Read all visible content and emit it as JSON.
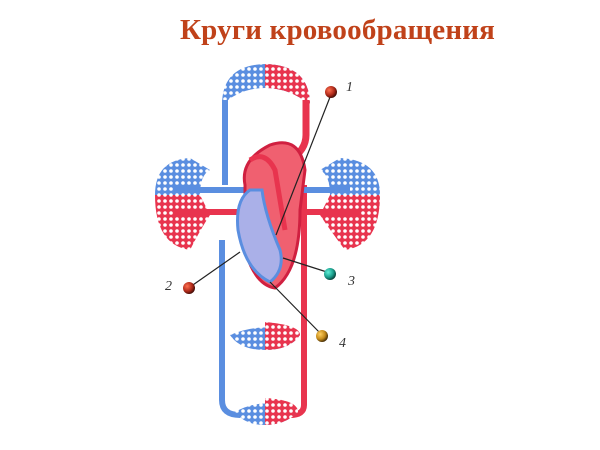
{
  "title": "Круги кровообращения",
  "colors": {
    "title": "#c0421a",
    "arterial": "#e8344e",
    "venous": "#5a8ee0",
    "pointer_line": "#222222"
  },
  "diagram": {
    "subject": "circulatory system — systemic and pulmonary circuits",
    "markers": [
      {
        "number": "1",
        "color": "#b02a1a"
      },
      {
        "number": "2",
        "color": "#b02a1a"
      },
      {
        "number": "3",
        "color": "#1a9e8c"
      },
      {
        "number": "4",
        "color": "#c48a1a"
      }
    ]
  }
}
